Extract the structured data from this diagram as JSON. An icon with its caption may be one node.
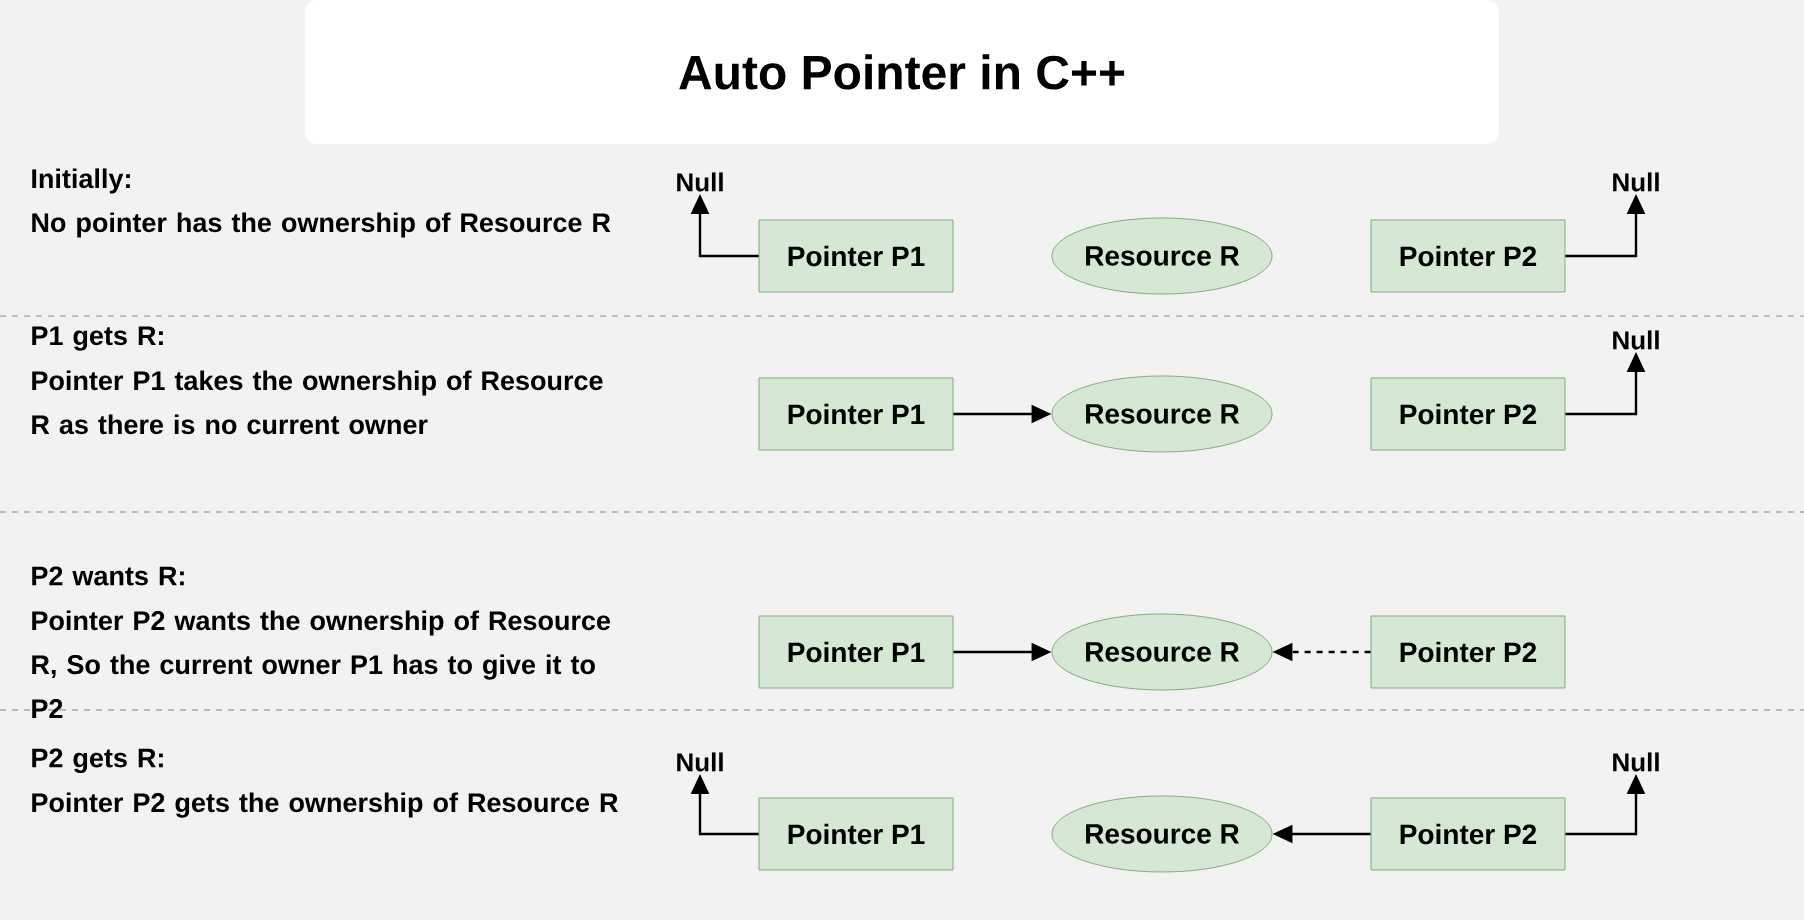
{
  "diagram": {
    "title": "Auto Pointer in C++",
    "nodes": [
      {
        "text": [
          "Null"
        ]
      },
      {
        "text": [
          "Pointer P1"
        ]
      },
      {
        "text": [
          "Resource R"
        ]
      },
      {
        "text": [
          "Pointer P2"
        ]
      },
      {
        "text": [
          "Null"
        ]
      },
      {
        "text": [
          "Pointer P1"
        ]
      },
      {
        "text": [
          "Resource R"
        ]
      },
      {
        "text": [
          "Pointer P2"
        ]
      },
      {
        "text": [
          "Null"
        ]
      },
      {
        "text": [
          "Pointer P1"
        ]
      },
      {
        "text": [
          "Resource R"
        ]
      },
      {
        "text": [
          "Pointer P2"
        ]
      },
      {
        "text": [
          "Null"
        ]
      },
      {
        "text": [
          "Pointer P1"
        ]
      },
      {
        "text": [
          "Resource R"
        ]
      },
      {
        "text": [
          "Pointer P2"
        ]
      },
      {
        "text": [
          "Null"
        ]
      }
    ],
    "edges": [
      {
        "from": 1,
        "to": 0,
        "arrow": "to"
      },
      {
        "from": 3,
        "to": 4,
        "arrow": "to"
      },
      {
        "from": 5,
        "to": 6,
        "arrow": "to"
      },
      {
        "from": 7,
        "to": 8,
        "arrow": "to"
      },
      {
        "from": 9,
        "to": 10,
        "arrow": "to"
      },
      {
        "from": 11,
        "to": 10,
        "arrow": "to",
        "style": "dashed"
      },
      {
        "from": 13,
        "to": 12,
        "arrow": "to"
      },
      {
        "from": 15,
        "to": 14,
        "arrow": "to"
      },
      {
        "from": 15,
        "to": 16,
        "arrow": "to"
      }
    ],
    "labels": [
      "Initially:",
      "No pointer has the ownership of Resource R",
      "P1 gets R:",
      "Pointer P1 takes the ownership of Resource R as there is no current owner",
      "P2 wants R:",
      "Pointer P2 wants the ownership of Resource R, So the current owner P1 has to give it to P2",
      "P2 gets R:",
      "Pointer P2 gets the ownership of Resource R"
    ]
  }
}
